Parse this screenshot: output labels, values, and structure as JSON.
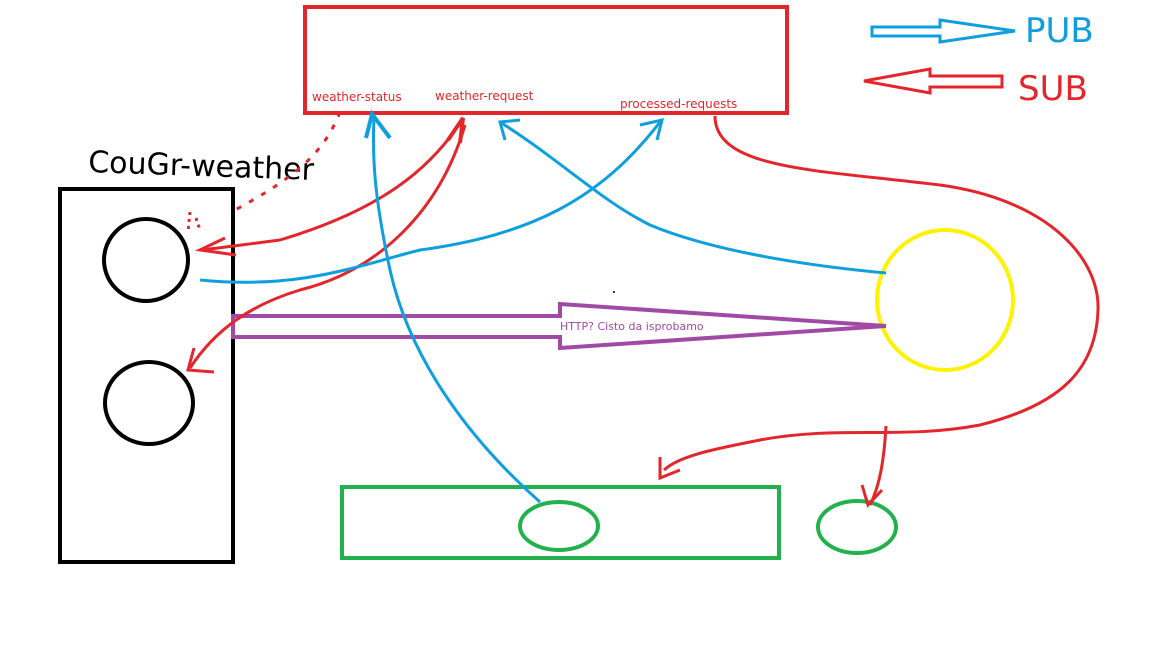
{
  "colors": {
    "red": "#e2262c",
    "blue": "#0f9fdf",
    "purple": "#a04aa6",
    "yellow": "#fff200",
    "green": "#22b14c",
    "black": "#000000"
  },
  "broker": {
    "topics": [
      {
        "label": "weather-status"
      },
      {
        "label": "weather-request"
      },
      {
        "label": "processed-requests"
      }
    ]
  },
  "legend": {
    "pub": "PUB",
    "sub": "SUB"
  },
  "service": {
    "title": "CouGr-weather"
  },
  "http_arrow": {
    "label": "HTTP? Cisto da isprobamo"
  }
}
